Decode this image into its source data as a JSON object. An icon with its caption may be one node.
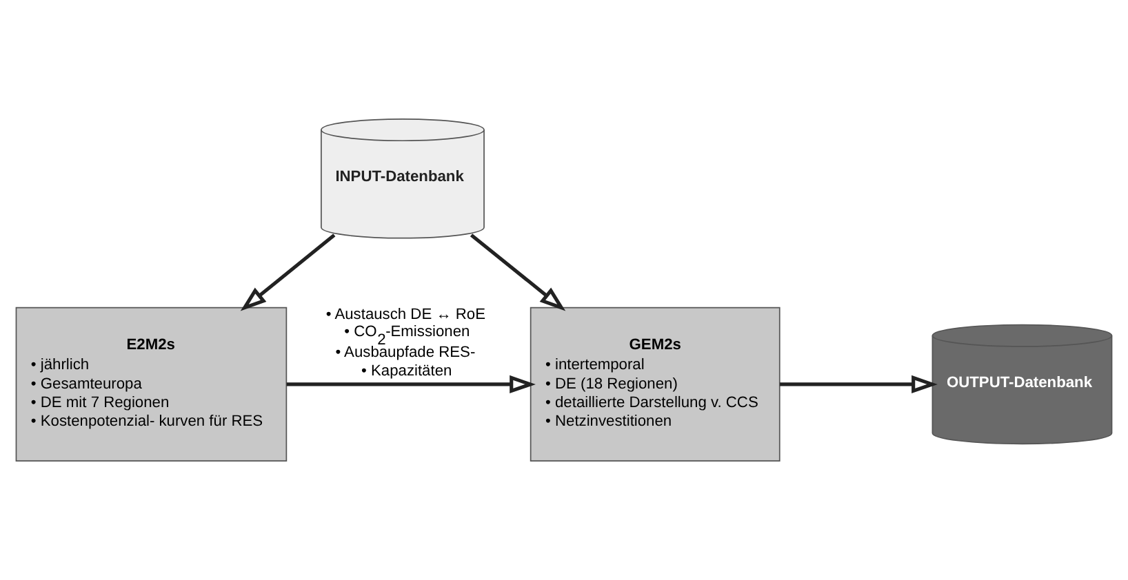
{
  "diagram": {
    "nodes": [
      {
        "text": [
          "INPUT-Datenbank"
        ]
      },
      {
        "text": [
          "E2M2s",
          "• jährlich",
          "• Gesamteuropa",
          "• DE mit 7 Regionen",
          "• Kostenpotenzial- kurven für RES"
        ]
      },
      {
        "text": [
          "GEM2s",
          "• intertemporal",
          "• DE (18 Regionen)",
          "• detaillierte Darstellung v. CCS",
          "• Netzinvestitionen"
        ]
      },
      {
        "text": [
          "OUTPUT-Datenbank"
        ]
      }
    ],
    "edges": [
      {
        "from": 0,
        "to": 1,
        "arrow": "to"
      },
      {
        "from": 0,
        "to": 2,
        "arrow": "to"
      },
      {
        "from": 1,
        "to": 2,
        "arrow": "to",
        "label": "• Austausch DE ↔ RoE • CO$_{2}$-Emissionen • Ausbaupfade RES- • Kapazitäten"
      },
      {
        "from": 2,
        "to": 3,
        "arrow": "to"
      }
    ]
  }
}
